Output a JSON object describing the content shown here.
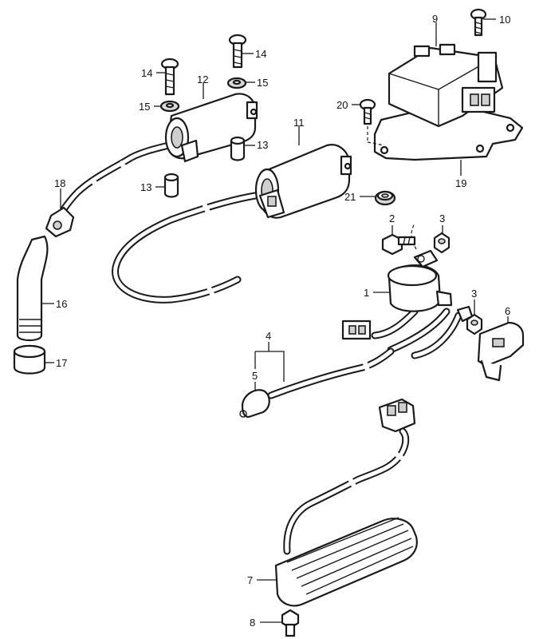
{
  "diagram": {
    "callouts": {
      "c1": "1",
      "c2": "2",
      "c3a": "3",
      "c3b": "3",
      "c4": "4",
      "c5": "5",
      "c6": "6",
      "c7": "7",
      "c8": "8",
      "c9": "9",
      "c10": "10",
      "c11": "11",
      "c12": "12",
      "c13a": "13",
      "c13b": "13",
      "c14a": "14",
      "c14b": "14",
      "c15a": "15",
      "c15b": "15",
      "c16": "16",
      "c17": "17",
      "c18": "18",
      "c19": "19",
      "c20": "20",
      "c21": "21"
    }
  }
}
